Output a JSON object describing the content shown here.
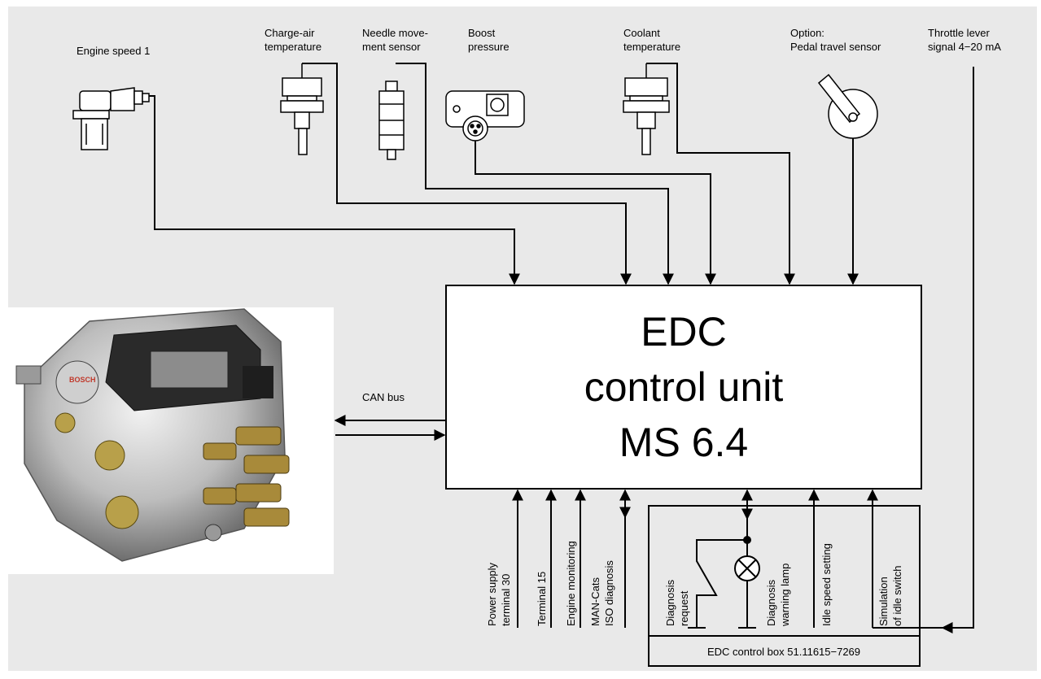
{
  "colors": {
    "background": "#e9e9e9",
    "line": "#000000",
    "pump_body": "#c9c9c9"
  },
  "sensors": {
    "engine_speed": "Engine speed 1",
    "charge_air": [
      "Charge-air",
      "temperature"
    ],
    "needle": [
      "Needle move-",
      "ment sensor"
    ],
    "boost": [
      "Boost",
      "pressure"
    ],
    "coolant": [
      "Coolant",
      "temperature"
    ],
    "pedal": [
      "Option:",
      "Pedal travel sensor"
    ],
    "throttle": [
      "Throttle lever",
      "signal 4−20 mA"
    ]
  },
  "control_unit": {
    "line1": "EDC",
    "line2": "control unit",
    "line3": "MS 6.4"
  },
  "can_bus": "CAN bus",
  "pump_brand": "BOSCH",
  "bottom_inputs": {
    "power": [
      "Power supply",
      "terminal 30"
    ],
    "terminal15": "Terminal 15",
    "engine_monitoring": "Engine monitoring",
    "man_cats": [
      "MAN-Cats",
      "ISO diagnosis"
    ]
  },
  "control_box": {
    "title": "EDC control box 51.11615−7269",
    "diag_request": [
      "Diagnosis",
      "request"
    ],
    "diag_lamp": [
      "Diagnosis",
      "warning lamp"
    ],
    "idle_speed": "Idle speed setting",
    "idle_switch": [
      "Simulation",
      "of idle switch"
    ]
  }
}
